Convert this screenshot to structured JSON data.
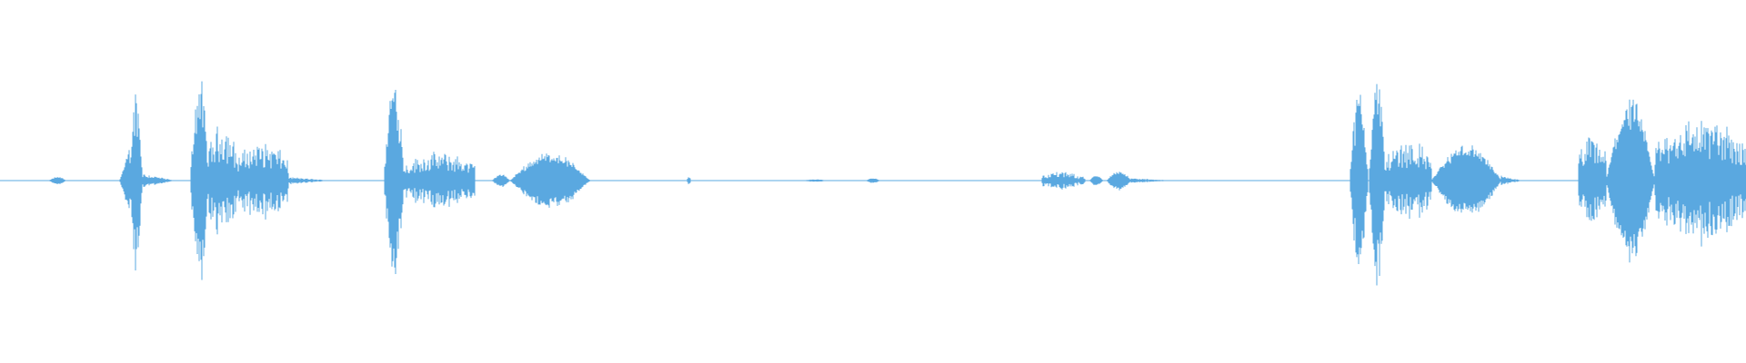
{
  "waveform": {
    "color": "#5aa8e0",
    "axis_color": "#5aa8e0",
    "segments": [
      {
        "start": 0.028,
        "end": 0.038,
        "amp": 0.03,
        "shape": "bump"
      },
      {
        "start": 0.068,
        "end": 0.074,
        "amp": 0.25,
        "shape": "rise"
      },
      {
        "start": 0.074,
        "end": 0.082,
        "amp": 0.72,
        "shape": "burst"
      },
      {
        "start": 0.082,
        "end": 0.1,
        "amp": 0.06,
        "shape": "tail"
      },
      {
        "start": 0.109,
        "end": 0.12,
        "amp": 0.82,
        "shape": "burst"
      },
      {
        "start": 0.12,
        "end": 0.135,
        "amp": 0.45,
        "shape": "dense"
      },
      {
        "start": 0.135,
        "end": 0.165,
        "amp": 0.3,
        "shape": "dense"
      },
      {
        "start": 0.165,
        "end": 0.19,
        "amp": 0.03,
        "shape": "tail"
      },
      {
        "start": 0.22,
        "end": 0.232,
        "amp": 0.85,
        "shape": "burst"
      },
      {
        "start": 0.232,
        "end": 0.272,
        "amp": 0.22,
        "shape": "dense"
      },
      {
        "start": 0.282,
        "end": 0.292,
        "amp": 0.05,
        "shape": "bump"
      },
      {
        "start": 0.292,
        "end": 0.338,
        "amp": 0.22,
        "shape": "bump"
      },
      {
        "start": 0.393,
        "end": 0.396,
        "amp": 0.03,
        "shape": "bump"
      },
      {
        "start": 0.46,
        "end": 0.474,
        "amp": 0.01,
        "shape": "bump"
      },
      {
        "start": 0.496,
        "end": 0.504,
        "amp": 0.02,
        "shape": "bump"
      },
      {
        "start": 0.597,
        "end": 0.617,
        "amp": 0.07,
        "shape": "dense"
      },
      {
        "start": 0.617,
        "end": 0.622,
        "amp": 0.04,
        "shape": "bump"
      },
      {
        "start": 0.624,
        "end": 0.632,
        "amp": 0.04,
        "shape": "bump"
      },
      {
        "start": 0.634,
        "end": 0.648,
        "amp": 0.08,
        "shape": "bump"
      },
      {
        "start": 0.648,
        "end": 0.672,
        "amp": 0.02,
        "shape": "tail"
      },
      {
        "start": 0.773,
        "end": 0.784,
        "amp": 0.72,
        "shape": "burst"
      },
      {
        "start": 0.784,
        "end": 0.794,
        "amp": 0.85,
        "shape": "burst"
      },
      {
        "start": 0.794,
        "end": 0.82,
        "amp": 0.32,
        "shape": "dense"
      },
      {
        "start": 0.82,
        "end": 0.86,
        "amp": 0.28,
        "shape": "bump"
      },
      {
        "start": 0.86,
        "end": 0.872,
        "amp": 0.04,
        "shape": "tail"
      },
      {
        "start": 0.904,
        "end": 0.92,
        "amp": 0.35,
        "shape": "dense"
      },
      {
        "start": 0.92,
        "end": 0.948,
        "amp": 0.63,
        "shape": "bump"
      },
      {
        "start": 0.948,
        "end": 1.0,
        "amp": 0.5,
        "shape": "dense"
      }
    ]
  }
}
